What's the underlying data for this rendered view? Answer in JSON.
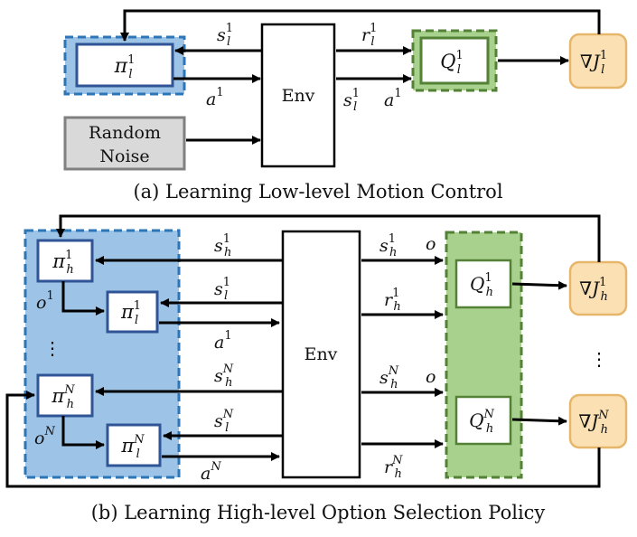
{
  "panel_a": {
    "caption": "(a) Learning Low-level Motion Control",
    "policy": {
      "base": "π",
      "sub": "l",
      "sup": "1"
    },
    "noise_label_line1": "Random",
    "noise_label_line2": "Noise",
    "env_label": "Env",
    "critic": {
      "base": "Q",
      "sub": "l",
      "sup": "1"
    },
    "grad": {
      "base": "∇J",
      "sub": "l",
      "sup": "1"
    },
    "edge_state_to_policy": {
      "base": "s",
      "sub": "l",
      "sup": "1"
    },
    "edge_action_from_policy": {
      "base": "a",
      "sub": "",
      "sup": "1"
    },
    "edge_reward_to_critic": {
      "base": "r",
      "sub": "l",
      "sup": "1"
    },
    "edge_state_to_critic": {
      "base": "s",
      "sub": "l",
      "sup": "1"
    },
    "edge_action_to_critic": {
      "base": "a",
      "sub": "",
      "sup": "1"
    }
  },
  "panel_b": {
    "caption": "(b) Learning High-level Option Selection Policy",
    "env_label": "Env",
    "high_policy_1": {
      "base": "π",
      "sub": "h",
      "sup": "1"
    },
    "low_policy_1": {
      "base": "π",
      "sub": "l",
      "sup": "1"
    },
    "high_policy_n": {
      "base": "π",
      "sub": "h",
      "sup": "N"
    },
    "low_policy_n": {
      "base": "π",
      "sub": "l",
      "sup": "N"
    },
    "critic_1": {
      "base": "Q",
      "sub": "h",
      "sup": "1"
    },
    "critic_n": {
      "base": "Q",
      "sub": "h",
      "sup": "N"
    },
    "grad_1": {
      "base": "∇J",
      "sub": "h",
      "sup": "1"
    },
    "grad_n": {
      "base": "∇J",
      "sub": "h",
      "sup": "N"
    },
    "option_1": {
      "base": "o",
      "sub": "",
      "sup": "1"
    },
    "option_n": {
      "base": "o",
      "sub": "",
      "sup": "N"
    },
    "ellipsis_left": "⋮",
    "ellipsis_right": "⋮",
    "edge_sh1": {
      "base": "s",
      "sub": "h",
      "sup": "1"
    },
    "edge_sl1": {
      "base": "s",
      "sub": "l",
      "sup": "1"
    },
    "edge_a1": {
      "base": "a",
      "sub": "",
      "sup": "1"
    },
    "edge_shN": {
      "base": "s",
      "sub": "h",
      "sup": "N"
    },
    "edge_slN": {
      "base": "s",
      "sub": "l",
      "sup": "N"
    },
    "edge_aN": {
      "base": "a",
      "sub": "",
      "sup": "N"
    },
    "out_sh1": {
      "base": "s",
      "sub": "h",
      "sup": "1"
    },
    "out_o1": "o",
    "out_rh1": {
      "base": "r",
      "sub": "h",
      "sup": "1"
    },
    "out_shN": {
      "base": "s",
      "sub": "h",
      "sup": "N"
    },
    "out_oN": "o",
    "out_rhN": {
      "base": "r",
      "sub": "h",
      "sup": "N"
    }
  },
  "colors": {
    "policy_border": "#2f5597",
    "policy_fill_dash": "#9dc3e6",
    "critic_border": "#538135",
    "critic_fill": "#a9d18e",
    "grad_fill": "#fbe0b4",
    "grad_border": "#e6b66a",
    "noise_fill": "#d9d9d9",
    "noise_border": "#7f7f7f",
    "arrow": "#000000"
  }
}
